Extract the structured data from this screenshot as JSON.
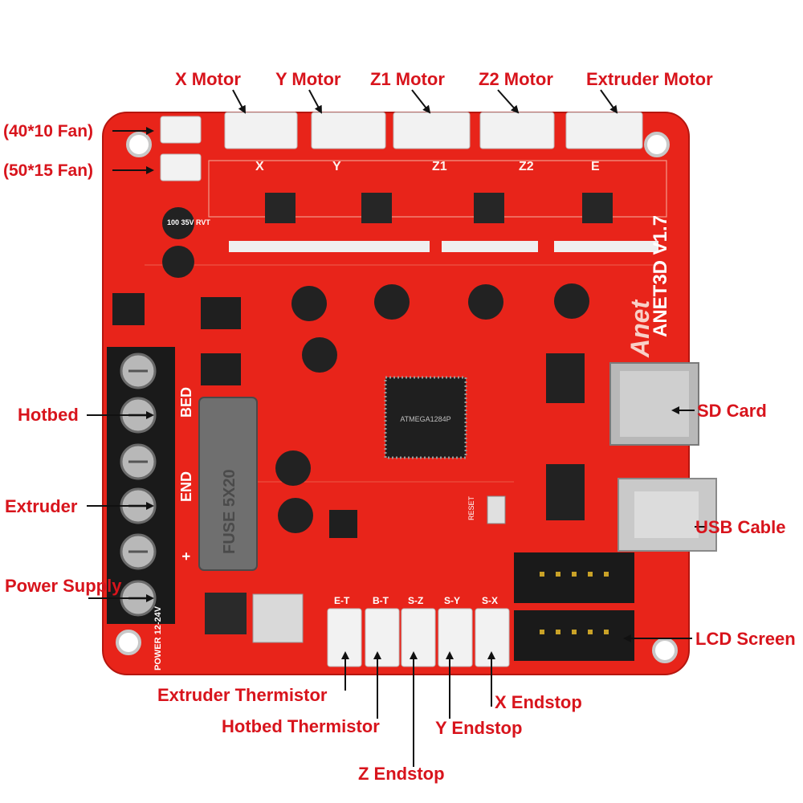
{
  "board": {
    "pcb_color": "#e8241a",
    "name": "ANET3D V1.7",
    "logo": "Anet",
    "mcu_text": "ATMEGA1284P",
    "fuse_text": "FUSE 5X20",
    "cap_text": "100 35V RVT",
    "terminal_labels": [
      "BED",
      "END",
      "+"
    ],
    "power_text": "POWER 12-24V",
    "axis_letters": [
      "X",
      "Y",
      "Z1",
      "Z2",
      "E"
    ],
    "endstop_headers": [
      "E-T",
      "B-T",
      "S-Z",
      "S-Y",
      "S-X"
    ],
    "buttons": [
      "RESET"
    ]
  },
  "callouts": {
    "x_motor": "X Motor",
    "y_motor": "Y Motor",
    "z1_motor": "Z1 Motor",
    "z2_motor": "Z2 Motor",
    "extruder_motor": "Extruder Motor",
    "fan_40": "(40*10 Fan)",
    "fan_50": "(50*15 Fan)",
    "hotbed": "Hotbed",
    "extruder": "Extruder",
    "power_supply": "Power Supply",
    "sd_card": "SD Card",
    "usb_cable": "USB Cable",
    "lcd_screen": "LCD Screen",
    "extruder_thermistor": "Extruder Thermistor",
    "hotbed_thermistor": "Hotbed Thermistor",
    "z_endstop": "Z Endstop",
    "y_endstop": "Y Endstop",
    "x_endstop": "X Endstop"
  },
  "colors": {
    "callout_text": "#d8141c",
    "leader_line": "#111111",
    "pcb": "#e8241a",
    "terminal": "#1a1a1a",
    "screw": "#b8b8b8",
    "connector": "#f2f2f2",
    "chip": "#262626",
    "usb": "#c9c9c9"
  }
}
